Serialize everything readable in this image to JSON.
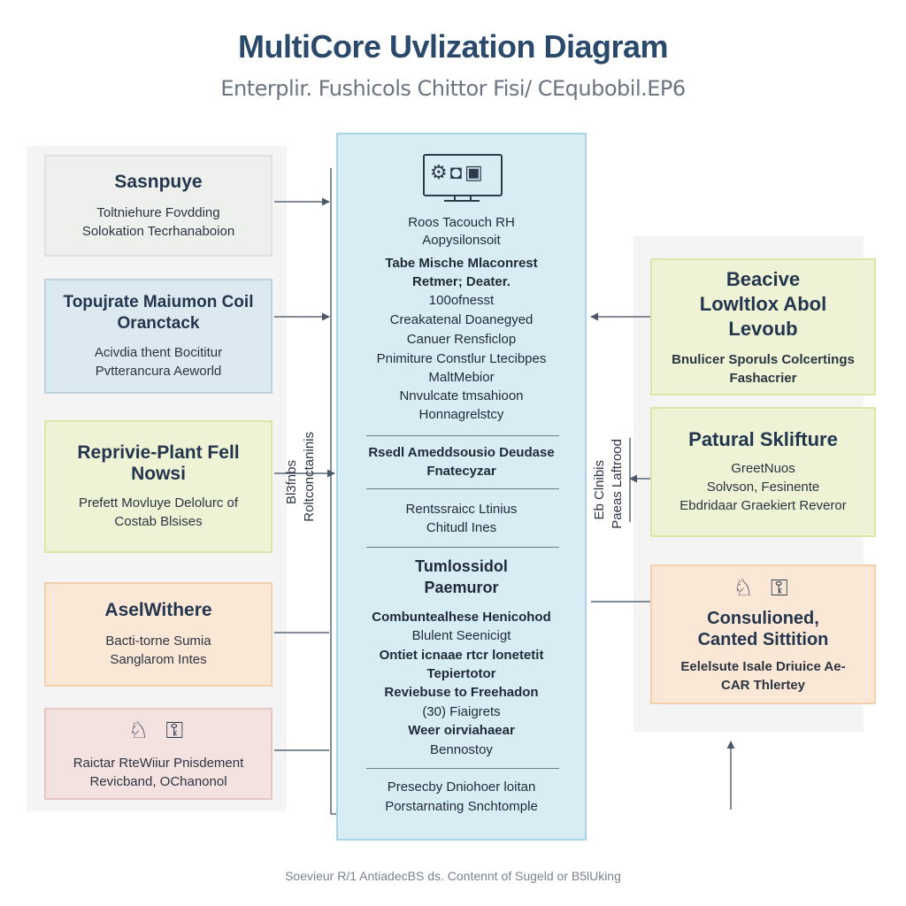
{
  "header": {
    "title": "MultiCore Uvlization Diagram",
    "subtitle": "Enterplir. Fushicols Chittor Fisi/ CEqubobil.EP6"
  },
  "left_boxes": [
    {
      "heading": "Sasnpuye",
      "body": [
        "Toltniehure Fovdding",
        "Solokation Tecrhanaboion"
      ]
    },
    {
      "heading": "Topujrate Maiumon Coil Oranctack",
      "body": [
        "Acivdia thent Bocititur",
        "Pvtterancura Aeworld"
      ]
    },
    {
      "heading": "Reprivie-Plant Fell Nowsi",
      "body": [
        "Prefett Movluye Delolurc of",
        "Costab Blsises"
      ]
    },
    {
      "heading": "AselWithere",
      "body": [
        "Bacti-torne Sumia",
        "Sanglarom Intes"
      ]
    },
    {
      "icons": "♘ ⚿",
      "body": [
        "Raictar RteWiiur Pnisdement",
        "Revicband, OChanonol"
      ]
    }
  ],
  "center": {
    "lines": [
      "Roos Tacouch RH",
      "Aopysilonsoit",
      "Tabe Mische Mlaconrest",
      "Retmer; Deater.",
      "100ofnesst",
      "Creakatenal Doanegyed",
      "Canuer Rensficlop",
      "Pnimiture Constlur Ltecibpes",
      "MaltMebior",
      "Nnvulcate tmsahioon",
      "Honnagrelstcy",
      "Rsedl Ameddsousio Deudase",
      "Fnatecyzar",
      "Rentssraicc Ltinius",
      "Chitudl Ines",
      "Tumlossidol",
      "Paemuror",
      "Combuntealhese Henicohod",
      "Blulent Seenicigt",
      "Ontiet icnaae rtcr lonetetit",
      "Tepiertotor",
      "Reviebuse to Freehadon",
      "(30) Fiaigrets",
      "Weer oirviahaear",
      "Bennostoy",
      "Presecby Dniohoer loitan",
      "Porstarnating Snchtomple"
    ]
  },
  "right_boxes": [
    {
      "heading": "Beacive Lowltlox Abol Levoub",
      "body": [
        "Bnulicer Sporuls Colcertings",
        "Fashacrier"
      ]
    },
    {
      "heading": "Patural Sklifture",
      "body": [
        "GreetNuos",
        "Solvson, Fesinente",
        "Ebdridaar Graekiert Reveror"
      ]
    },
    {
      "icons": "♘ ⚿",
      "heading": "Consulioned, Canted Sittition",
      "body": [
        "Eelelsute Isale Driuice Ae-",
        "CAR Thlertey"
      ]
    }
  ],
  "vertical_labels": {
    "left": [
      "Bl3fnbs",
      "Roltconctaninis"
    ],
    "right": [
      "Eb Clnibis",
      "Paeas Laftrood"
    ]
  },
  "footer": "Soevieur R/1 AntiadecBS ds. Contennt of Sugeld or B5lUking"
}
